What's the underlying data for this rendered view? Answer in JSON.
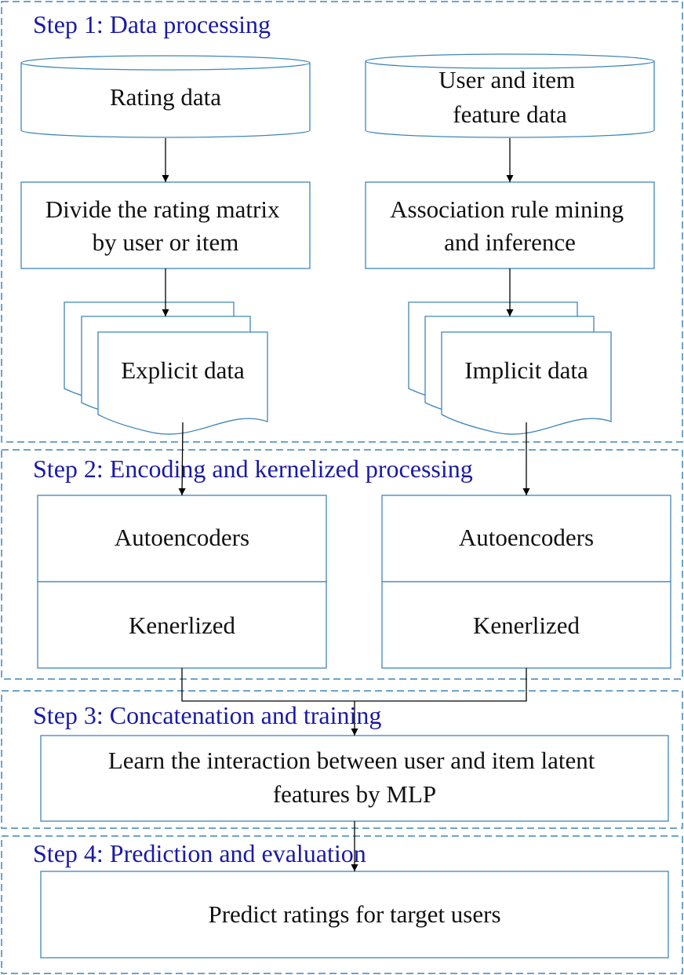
{
  "steps": {
    "step1": "Step 1: Data processing",
    "step2": "Step 2: Encoding and kernelized processing",
    "step3": "Step 3: Concatenation and training",
    "step4": "Step 4: Prediction and evaluation"
  },
  "nodes": {
    "rating_data": [
      "Rating data"
    ],
    "feature_data": [
      "User and item",
      "feature data"
    ],
    "divide": [
      "Divide the rating matrix",
      "by user or item"
    ],
    "association": [
      "Association rule mining",
      "and inference"
    ],
    "explicit": [
      "Explicit data"
    ],
    "implicit": [
      "Implicit data"
    ],
    "autoencoders_left": [
      "Autoencoders"
    ],
    "kernelized_left": [
      "Kenerlized"
    ],
    "autoencoders_right": [
      "Autoencoders"
    ],
    "kernelized_right": [
      "Kenerlized"
    ],
    "mlp": [
      "Learn the interaction between user and item latent",
      "features by MLP"
    ],
    "predict": [
      "Predict ratings for target users"
    ]
  },
  "colors": {
    "step_title": "#1a1aa6",
    "border": "#3f86b8",
    "arrow": "#000000",
    "text": "#111111"
  }
}
